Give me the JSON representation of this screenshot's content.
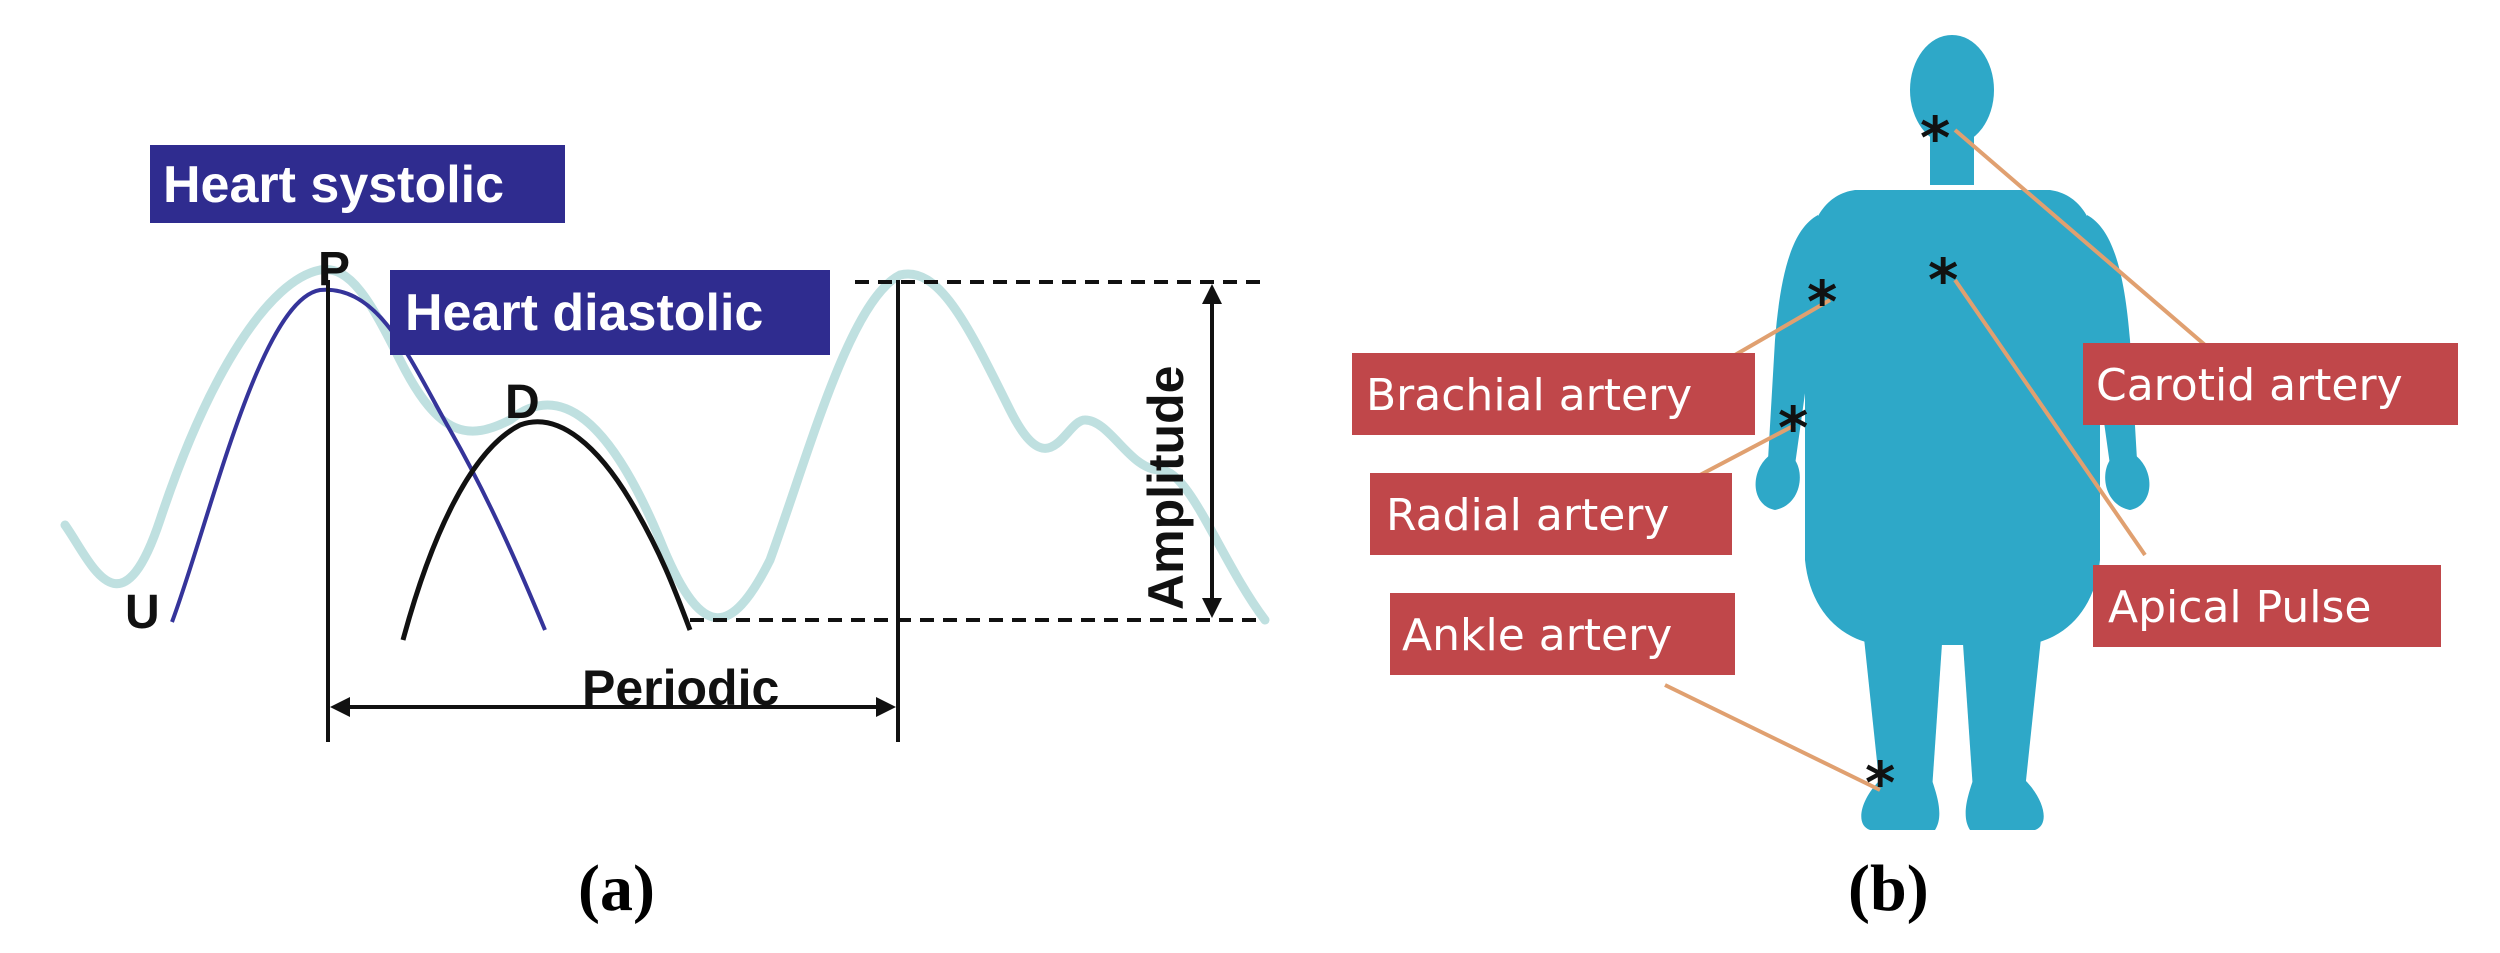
{
  "panel_a": {
    "label_systolic": "Heart systolic",
    "label_diastolic": "Heart diastolic",
    "point_p": "P",
    "point_d": "D",
    "point_u": "U",
    "label_amplitude": "Amplitude",
    "label_periodic": "Periodic",
    "caption_open": "(",
    "caption_letter": "a",
    "caption_close": ")",
    "colors": {
      "label_bg": "#2f2c8f",
      "waveform": "#bfe0e0",
      "systolic_curve": "#35349a",
      "diastolic_curve": "#111111"
    }
  },
  "panel_b": {
    "labels": {
      "brachial": "Brachial artery",
      "radial": "Radial artery",
      "ankle": "Ankle artery",
      "carotid": "Carotid artery",
      "apical": "Apical Pulse"
    },
    "marker": "*",
    "caption_open": "(",
    "caption_letter": "b",
    "caption_close": ")",
    "colors": {
      "label_bg": "#c0474a",
      "body": "#2ea8c8",
      "leader": "#e0a070"
    }
  }
}
